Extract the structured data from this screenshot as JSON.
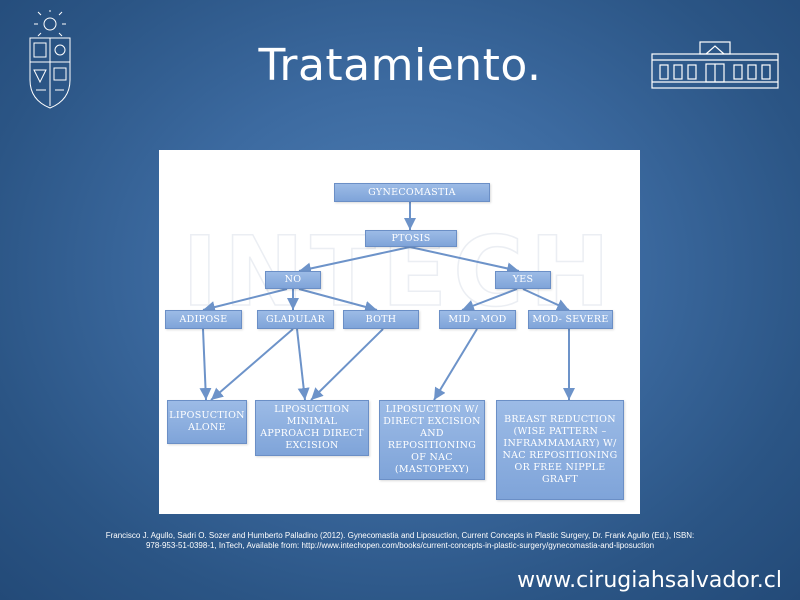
{
  "slide": {
    "title": "Tratamiento.",
    "citation_line1": "Francisco J. Agullo, Sadri O. Sozer and Humberto Palladino (2012). Gynecomastia and Liposuction, Current Concepts in Plastic Surgery, Dr. Frank Agullo (Ed.), ISBN:",
    "citation_line2": "978-953-51-0398-1, InTech, Available from: http://www.intechopen.com/books/current-concepts-in-plastic-surgery/gynecomastia-and-liposuction",
    "footer": "www.cirugiahsalvador.cl",
    "colors": {
      "node_fill": "#8fb1e0",
      "arrow": "#6d93c9",
      "background": "#3c6aa0"
    }
  },
  "diagram": {
    "watermark": "INTECH",
    "nodes": {
      "gynecomastia": "GYNECOMASTIA",
      "ptosis": "PTOSIS",
      "no": "NO",
      "yes": "YES",
      "adipose": "ADIPOSE",
      "gladular": "GLADULAR",
      "both": "BOTH",
      "mid_mod": "MID - MOD",
      "mod_severe": "MOD- SEVERE",
      "lipo_alone": "LIPOSUCTION ALONE",
      "lipo_minimal": "LIPOSUCTION MINIMAL APPROACH DIRECT EXCISION",
      "lipo_direct": "LIPOSUCTION W/ DIRECT EXCISION AND REPOSITIONING OF NAC (MASTOPEXY)",
      "breast_reduction": "BREAST REDUCTION (WISE PATTERN – INFRAMMAMARY) W/ NAC REPOSITIONING OR FREE NIPPLE GRAFT"
    }
  }
}
